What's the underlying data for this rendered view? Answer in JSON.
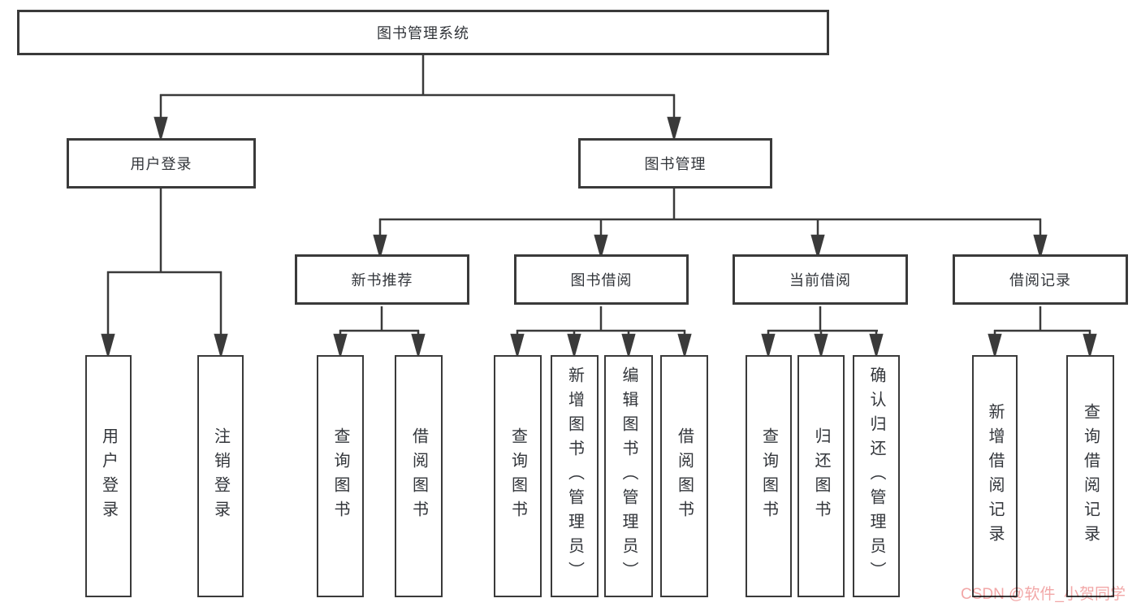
{
  "watermark": {
    "text": "CSDN @软件_小贺同学",
    "color": "#f2a7a7"
  },
  "colors": {
    "line": "#3a3a3a",
    "box_background": "#ffffff",
    "text": "#32353a"
  },
  "tree": {
    "root": {
      "label": "图书管理系统",
      "children": [
        {
          "label": "用户登录",
          "children": [
            {
              "label": "用户登录"
            },
            {
              "label": "注销登录"
            }
          ]
        },
        {
          "label": "图书管理",
          "children": [
            {
              "label": "新书推荐",
              "children": [
                {
                  "label": "查询图书"
                },
                {
                  "label": "借阅图书"
                }
              ]
            },
            {
              "label": "图书借阅",
              "children": [
                {
                  "label": "查询图书"
                },
                {
                  "label": "新增图书（管理员）"
                },
                {
                  "label": "编辑图书（管理员）"
                },
                {
                  "label": "借阅图书"
                }
              ]
            },
            {
              "label": "当前借阅",
              "children": [
                {
                  "label": "查询图书"
                },
                {
                  "label": "归还图书"
                },
                {
                  "label": "确认归还（管理员）"
                }
              ]
            },
            {
              "label": "借阅记录",
              "children": [
                {
                  "label": "新增借阅记录"
                },
                {
                  "label": "查询借阅记录"
                }
              ]
            }
          ]
        }
      ]
    }
  }
}
